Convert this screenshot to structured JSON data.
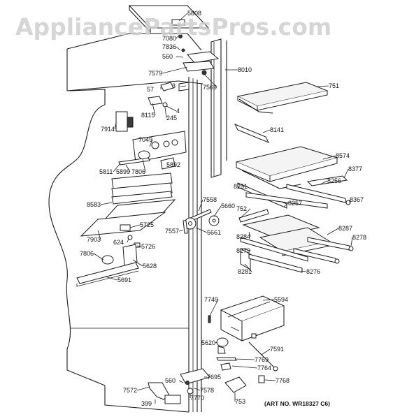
{
  "watermark": "AppliancePartsPros.com",
  "art_number": "(ART NO. WR18327 C6)",
  "labels": [
    "5808",
    "7080",
    "7836",
    "560",
    "7579",
    "7569",
    "8010",
    "57",
    "3",
    "751",
    "8115",
    "4",
    "245",
    "7914",
    "7049",
    "8141",
    "5892",
    "5811",
    "5899",
    "7806",
    "8574",
    "8377",
    "8256",
    "8367",
    "8251",
    "8257",
    "8583",
    "7558",
    "5660",
    "752",
    "8284",
    "8287",
    "8278",
    "7903",
    "5725",
    "7557",
    "5661",
    "624",
    "5726",
    "8279",
    "8281",
    "8276",
    "7806",
    "5628",
    "5691",
    "7749",
    "5594",
    "5620",
    "7591",
    "7769",
    "7764",
    "7695",
    "7768",
    "560",
    "7578",
    "7572",
    "7770",
    "399",
    "753"
  ]
}
